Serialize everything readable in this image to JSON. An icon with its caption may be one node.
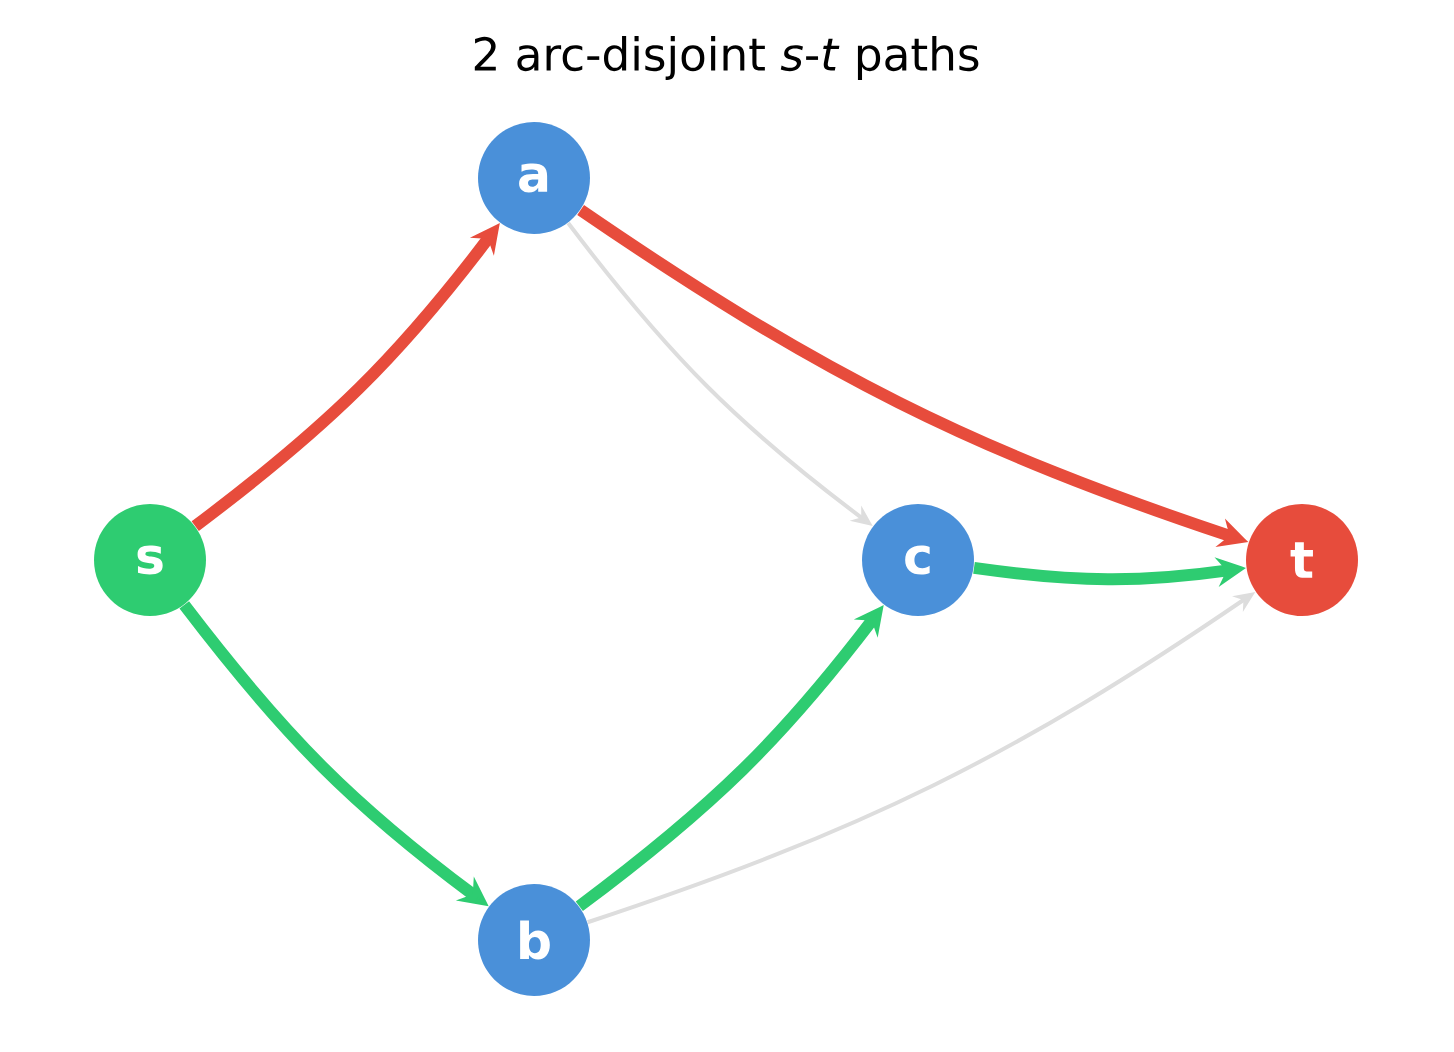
{
  "diagram": {
    "title": "2 arc-disjoint *s*-*t* paths",
    "nodes": [
      {
        "text": [
          "s"
        ]
      },
      {
        "text": [
          "a"
        ]
      },
      {
        "text": [
          "b"
        ]
      },
      {
        "text": [
          "c"
        ]
      },
      {
        "text": [
          "t"
        ]
      }
    ],
    "edges": [
      {
        "from": 1,
        "to": 3,
        "arrow": "to",
        "color": "#dddddd"
      },
      {
        "from": 2,
        "to": 4,
        "arrow": "to",
        "color": "#dddddd"
      },
      {
        "from": 0,
        "to": 1,
        "arrow": "to",
        "color": "#e74c3c"
      },
      {
        "from": 1,
        "to": 4,
        "arrow": "to",
        "color": "#e74c3c"
      },
      {
        "from": 0,
        "to": 2,
        "arrow": "to",
        "color": "#2ecc71"
      },
      {
        "from": 2,
        "to": 3,
        "arrow": "to",
        "color": "#2ecc71"
      },
      {
        "from": 3,
        "to": 4,
        "arrow": "to",
        "color": "#2ecc71"
      }
    ]
  }
}
